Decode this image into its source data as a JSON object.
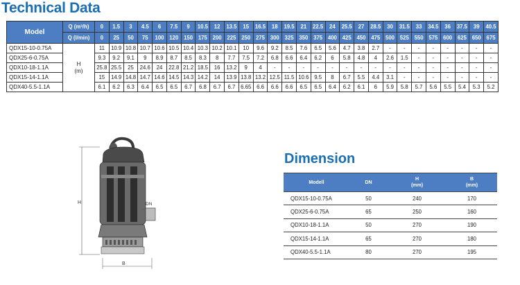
{
  "technical_data": {
    "title": "Technical Data",
    "model_header": "Model",
    "q_m3h_label": "Q (m³/h)",
    "q_lmin_label": "Q (l/min)",
    "q_m3h": [
      "0",
      "1.5",
      "3",
      "4.5",
      "6",
      "7.5",
      "9",
      "10.5",
      "12",
      "13.5",
      "15",
      "16.5",
      "18",
      "19.5",
      "21",
      "22.5",
      "24",
      "25.5",
      "27",
      "28.5",
      "30",
      "31.5",
      "33",
      "34.5",
      "36",
      "37.5",
      "39",
      "40.5"
    ],
    "q_lmin": [
      "0",
      "25",
      "50",
      "75",
      "100",
      "120",
      "150",
      "175",
      "200",
      "225",
      "250",
      "275",
      "300",
      "325",
      "350",
      "375",
      "400",
      "425",
      "450",
      "475",
      "500",
      "525",
      "550",
      "575",
      "600",
      "625",
      "650",
      "675"
    ],
    "head_label": "H",
    "head_unit": "(m)",
    "rows": [
      {
        "model": "QDX15-10-0.75A",
        "values": [
          "11",
          "10.9",
          "10.8",
          "10.7",
          "10.6",
          "10.5",
          "10.4",
          "10.3",
          "10.2",
          "10.1",
          "10",
          "9.6",
          "9.2",
          "8.5",
          "7.6",
          "6.5",
          "5.6",
          "4.7",
          "3.8",
          "2.7",
          "-",
          "-",
          "-",
          "-",
          "-",
          "-",
          "-",
          "-"
        ]
      },
      {
        "model": "QDX25-6-0.75A",
        "values": [
          "9.3",
          "9.2",
          "9.1",
          "9",
          "8.9",
          "8.7",
          "8.5",
          "8.3",
          "8",
          "7.7",
          "7.5",
          "7.2",
          "6.8",
          "6.6",
          "6.4",
          "6.2",
          "6",
          "5.8",
          "4.8",
          "4",
          "2.6",
          "1.5",
          "-",
          "-",
          "-",
          "-",
          "-",
          "-"
        ]
      },
      {
        "model": "QDX10-18-1.1A",
        "values": [
          "25.8",
          "25.5",
          "25",
          "24.6",
          "24",
          "22.8",
          "21.2",
          "18.5",
          "16",
          "13.2",
          "9",
          "4",
          "-",
          "-",
          "-",
          "-",
          "-",
          "-",
          "-",
          "-",
          "-",
          "-",
          "-",
          "-",
          "-",
          "-",
          "-",
          "-"
        ]
      },
      {
        "model": "QDX15-14-1.1A",
        "values": [
          "15",
          "14.9",
          "14.8",
          "14.7",
          "14.6",
          "14.5",
          "14.3",
          "14.2",
          "14",
          "13.9",
          "13.8",
          "13.2",
          "12.5",
          "11.5",
          "10.6",
          "9.5",
          "8",
          "6.7",
          "5.5",
          "4.4",
          "3.1",
          "-",
          "-",
          "-",
          "-",
          "-",
          "-",
          "-"
        ]
      },
      {
        "model": "QDX40-5.5-1.1A",
        "values": [
          "6.1",
          "6.2",
          "6.3",
          "6.4",
          "6.5",
          "6.5",
          "6.7",
          "6.8",
          "6.7",
          "6.7",
          "6.65",
          "6.6",
          "6.6",
          "6.6",
          "6.5",
          "6.5",
          "6.4",
          "6.2",
          "6.1",
          "6",
          "5.9",
          "5.8",
          "5.7",
          "5.6",
          "5.5",
          "5.4",
          "5.3",
          "5.2"
        ]
      }
    ]
  },
  "dimension": {
    "title": "Dimension",
    "headers": {
      "model": "Modell",
      "dn": "DN",
      "h_label": "H",
      "h_unit": "(mm)",
      "b_label": "B",
      "b_unit": "(mm)"
    },
    "rows": [
      {
        "model": "QDX15-10-0.75A",
        "dn": "50",
        "h": "240",
        "b": "170"
      },
      {
        "model": "QDX25-6-0.75A",
        "dn": "65",
        "h": "250",
        "b": "160"
      },
      {
        "model": "QDX10-18-1.1A",
        "dn": "50",
        "h": "270",
        "b": "190"
      },
      {
        "model": "QDX15-14-1.1A",
        "dn": "65",
        "h": "270",
        "b": "180"
      },
      {
        "model": "QDX40-5.5-1.1A",
        "dn": "80",
        "h": "270",
        "b": "195"
      }
    ]
  },
  "drawing": {
    "dim_h_label": "H",
    "dim_b_label": "B",
    "dim_dn_label": "DN"
  },
  "colors": {
    "accent": "#1a6fb3",
    "header_bg": "#4d7ec4"
  }
}
